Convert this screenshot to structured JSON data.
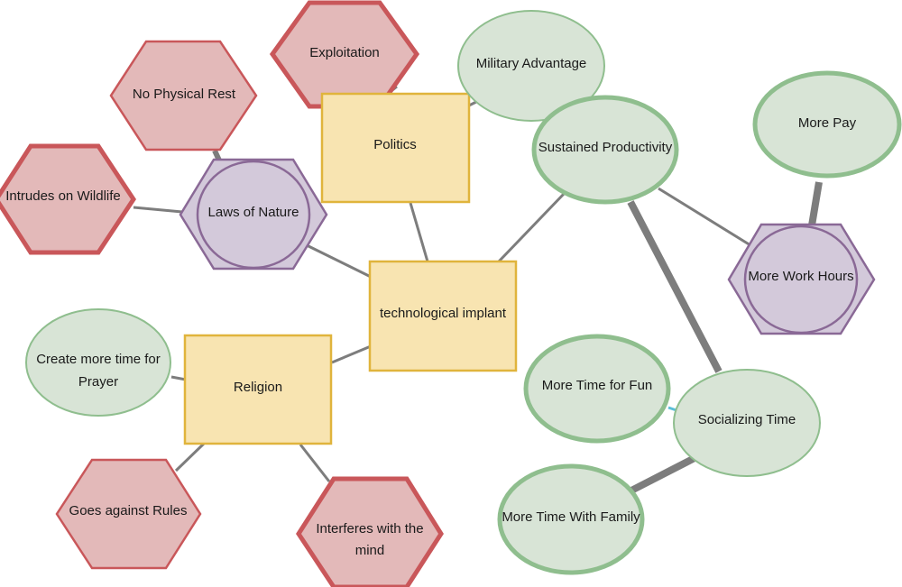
{
  "colors": {
    "hexagon_red_fill": "#e3b9b9",
    "hexagon_red_stroke": "#c9575a",
    "hexagon_purple_fill": "#d3c9da",
    "hexagon_purple_stroke": "#8a6996",
    "ellipse_green_fill": "#d8e4d6",
    "ellipse_green_stroke": "#8fbe8e",
    "rect_yellow_fill": "#f8e4b1",
    "rect_yellow_stroke": "#e0b43c",
    "connector_gray": "#7d7d7d",
    "connector_blue": "#5bbfd8"
  },
  "nodes": {
    "technological_implant": {
      "label": "technological implant",
      "shape": "rectangle"
    },
    "politics": {
      "label": "Politics",
      "shape": "rectangle"
    },
    "religion": {
      "label": "Religion",
      "shape": "rectangle"
    },
    "laws_of_nature": {
      "label": "Laws of Nature",
      "shape": "hexagon"
    },
    "more_work_hours": {
      "label": "More Work Hours",
      "shape": "hexagon"
    },
    "exploitation": {
      "label": "Exploitation",
      "shape": "hexagon"
    },
    "no_physical_rest": {
      "label": "No Physical Rest",
      "shape": "hexagon"
    },
    "intrudes_on_wildlife": {
      "label": "Intrudes on Wildlife",
      "shape": "hexagon"
    },
    "goes_against_rules": {
      "label": "Goes against Rules",
      "shape": "hexagon"
    },
    "interferes_with_mind": {
      "label_line1": "Interferes with the",
      "label_line2": "mind",
      "shape": "hexagon"
    },
    "military_advantage": {
      "label": "Military Advantage",
      "shape": "ellipse"
    },
    "sustained_productivity": {
      "label": "Sustained Productivity",
      "shape": "ellipse"
    },
    "more_pay": {
      "label": "More Pay",
      "shape": "ellipse"
    },
    "more_time_for_fun": {
      "label": "More Time for Fun",
      "shape": "ellipse"
    },
    "socializing_time": {
      "label": "Socializing Time",
      "shape": "ellipse"
    },
    "more_time_with_family": {
      "label": "More Time With Family",
      "shape": "ellipse"
    },
    "create_more_time_for_prayer": {
      "label_line1": "Create more time for",
      "label_line2": "Prayer",
      "shape": "ellipse"
    }
  },
  "edges": [
    {
      "from": "technological_implant",
      "to": "politics"
    },
    {
      "from": "technological_implant",
      "to": "religion"
    },
    {
      "from": "technological_implant",
      "to": "laws_of_nature"
    },
    {
      "from": "technological_implant",
      "to": "sustained_productivity"
    },
    {
      "from": "politics",
      "to": "exploitation"
    },
    {
      "from": "politics",
      "to": "military_advantage"
    },
    {
      "from": "laws_of_nature",
      "to": "no_physical_rest"
    },
    {
      "from": "laws_of_nature",
      "to": "intrudes_on_wildlife"
    },
    {
      "from": "religion",
      "to": "create_more_time_for_prayer"
    },
    {
      "from": "religion",
      "to": "goes_against_rules"
    },
    {
      "from": "religion",
      "to": "interferes_with_mind"
    },
    {
      "from": "sustained_productivity",
      "to": "more_work_hours"
    },
    {
      "from": "sustained_productivity",
      "to": "socializing_time"
    },
    {
      "from": "more_work_hours",
      "to": "more_pay"
    },
    {
      "from": "socializing_time",
      "to": "more_time_for_fun"
    },
    {
      "from": "socializing_time",
      "to": "more_time_with_family"
    }
  ]
}
